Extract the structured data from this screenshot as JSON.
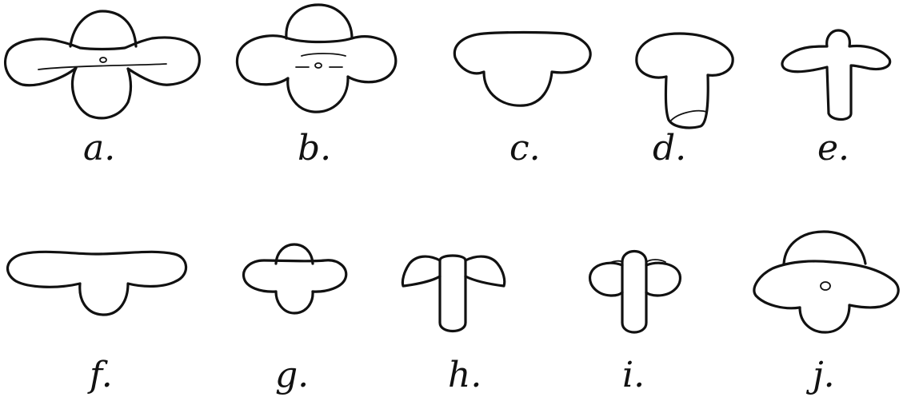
{
  "figure": {
    "panels": [
      {
        "id": "a",
        "label": "a."
      },
      {
        "id": "b",
        "label": "b."
      },
      {
        "id": "c",
        "label": "c."
      },
      {
        "id": "d",
        "label": "d."
      },
      {
        "id": "e",
        "label": "e."
      },
      {
        "id": "f",
        "label": "f."
      },
      {
        "id": "g",
        "label": "g."
      },
      {
        "id": "h",
        "label": "h."
      },
      {
        "id": "i",
        "label": "i."
      },
      {
        "id": "j",
        "label": "j."
      }
    ]
  }
}
